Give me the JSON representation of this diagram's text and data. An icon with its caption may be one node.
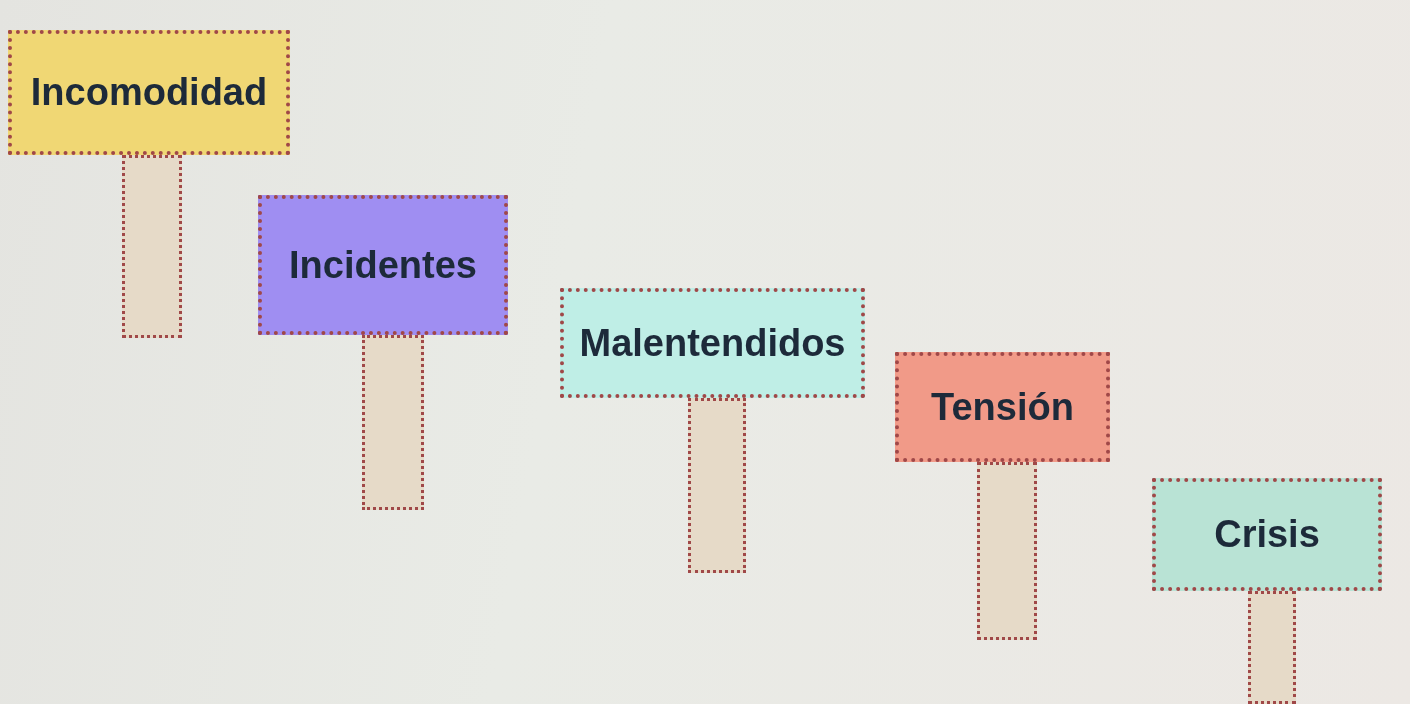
{
  "diagram": {
    "nodes": [
      {
        "text": [
          "Incomodidad"
        ]
      },
      {
        "text": [],
        "shape": "bar"
      },
      {
        "text": [
          "Incidentes"
        ]
      },
      {
        "text": [],
        "shape": "bar"
      },
      {
        "text": [
          "Malentendidos"
        ]
      },
      {
        "text": [],
        "shape": "bar"
      },
      {
        "text": [
          "Tensión"
        ]
      },
      {
        "text": [],
        "shape": "bar"
      },
      {
        "text": [
          "Crisis"
        ]
      },
      {
        "text": [],
        "shape": "bar"
      }
    ]
  }
}
